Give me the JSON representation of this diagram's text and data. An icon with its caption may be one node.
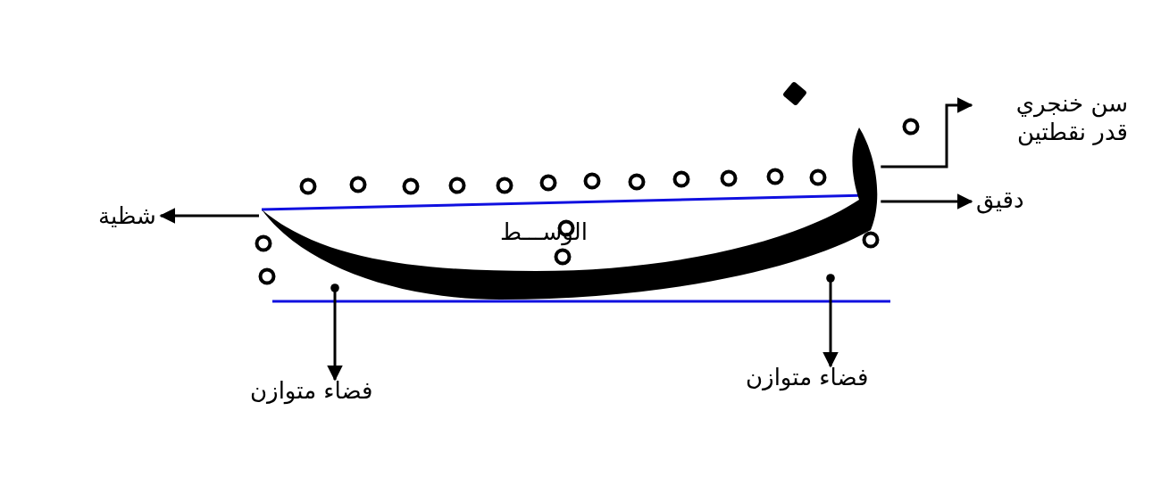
{
  "diagram": {
    "nodes": [
      {
        "text": [
          "سن خنجري قدر نقطتين"
        ]
      },
      {
        "text": [
          "دقيق"
        ]
      },
      {
        "text": [
          "شظية"
        ]
      },
      {
        "text": [
          "فضاء متوازن"
        ]
      },
      {
        "text": [
          "فضاء متوازن"
        ]
      },
      {
        "text": [],
        "shape": "picture"
      }
    ],
    "edges": [
      {
        "from": 5,
        "to": 0,
        "arrow": "to"
      },
      {
        "from": 5,
        "to": 1,
        "arrow": "to"
      },
      {
        "from": 5,
        "to": 2,
        "arrow": "to"
      },
      {
        "from": 5,
        "to": 3,
        "arrow": "to"
      },
      {
        "from": 5,
        "to": 4,
        "arrow": "to"
      }
    ],
    "labels": [
      "الوســـط"
    ]
  }
}
